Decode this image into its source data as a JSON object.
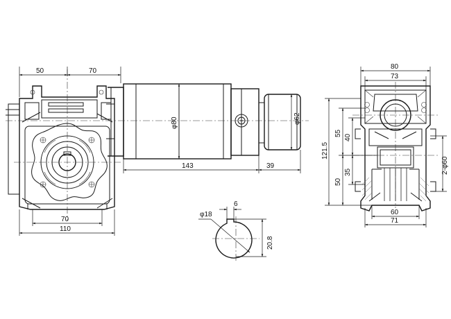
{
  "dimensions": {
    "front_top_left": "50",
    "front_top_right": "70",
    "front_bottom_inner": "70",
    "front_bottom_total": "110",
    "motor_body_length": "143",
    "brake_length": "39",
    "motor_diameter": "φ80",
    "brake_diameter": "φ62",
    "side_width_total": "80",
    "side_width_inner": "73",
    "side_height_total": "121.5",
    "side_upper": "55",
    "side_upper_inner": "40",
    "side_lower_inner": "35",
    "side_lower": "50",
    "side_bore": "2-φ60",
    "side_base_inner": "60",
    "side_base_total": "71",
    "shaft_diameter": "φ18",
    "shaft_key_width": "6",
    "shaft_key_height": "20.8"
  }
}
